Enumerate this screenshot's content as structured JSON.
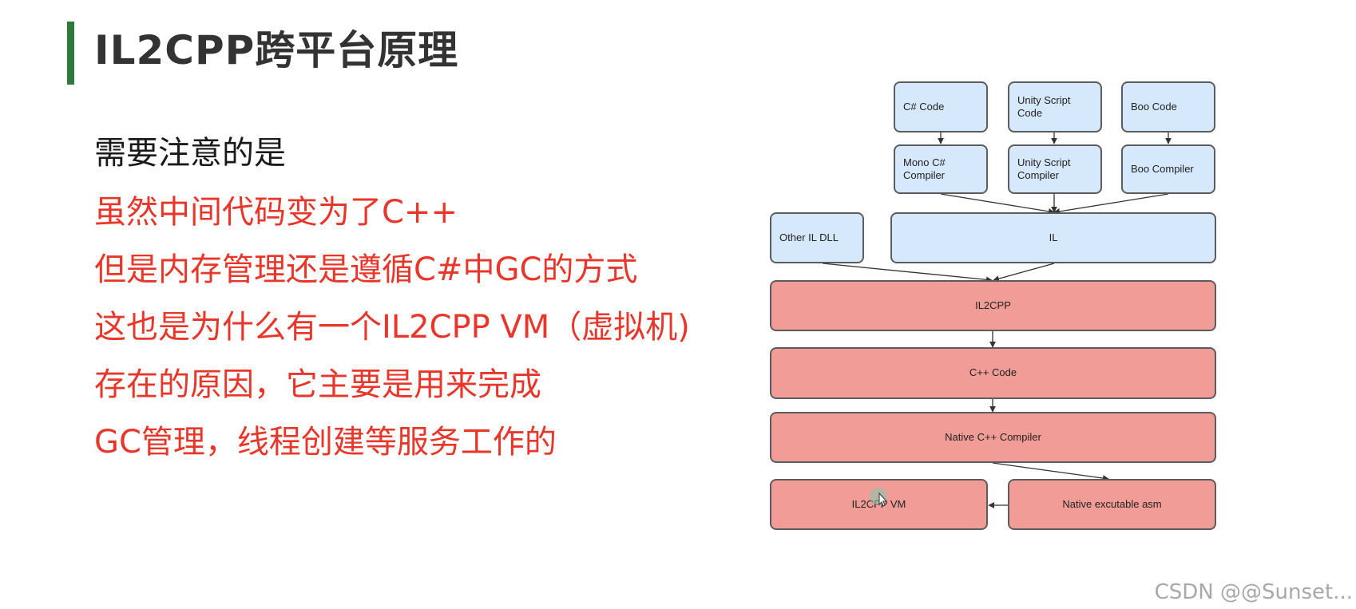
{
  "slide": {
    "title": "IL2CPP跨平台原理",
    "lines": [
      "需要注意的是",
      "虽然中间代码变为了C++",
      "但是内存管理还是遵循C#中GC的方式",
      "这也是为什么有一个IL2CPP VM（虚拟机)",
      "存在的原因，它主要是用来完成",
      "GC管理，线程创建等服务工作的"
    ]
  },
  "diagram": {
    "nodes": {
      "csharp_code": "C# Code",
      "unity_script_code": "Unity Script\nCode",
      "boo_code": "Boo Code",
      "mono_csharp_compiler": "Mono C#\nCompiler",
      "unity_script_compiler": "Unity Script\nCompiler",
      "boo_compiler": "Boo Compiler",
      "other_il_dll": "Other IL DLL",
      "il": "IL",
      "il2cpp": "IL2CPP",
      "cpp_code": "C++ Code",
      "native_cpp_compiler": "Native C++ Compiler",
      "il2cpp_vm": "IL2CPP VM",
      "native_executable_asm": "Native excutable asm"
    },
    "colors": {
      "blue_fill": "#d6e8fb",
      "pink_fill": "#f19c96",
      "border": "#5c5c5c"
    }
  },
  "watermark": "CSDN @@Sunset..."
}
